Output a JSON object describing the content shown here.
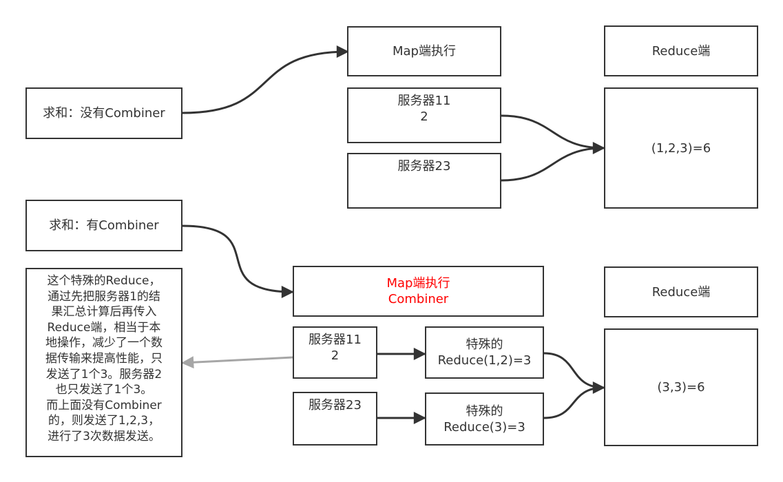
{
  "colors": {
    "stroke": "#333333",
    "note_arrow": "#a6a6a6",
    "highlight": "#ff0000"
  },
  "top": {
    "label": "求和：没有Combiner",
    "map_header": "Map端执行",
    "reduce_header": "Reduce端",
    "server1_line1": "服务器11",
    "server1_line2": "2",
    "server2": "服务器23",
    "reduce_result": "(1,2,3)=6"
  },
  "bottom": {
    "label": "求和：有Combiner",
    "map_header_line1": "Map端执行",
    "map_header_line2": "Combiner",
    "reduce_header": "Reduce端",
    "server1_line1": "服务器11",
    "server1_line2": "2",
    "server2": "服务器23",
    "special1_line1": "特殊的",
    "special1_line2": "Reduce(1,2)=3",
    "special2_line1": "特殊的",
    "special2_line2": "Reduce(3)=3",
    "reduce_result": "(3,3)=6",
    "note_lines": [
      "这个特殊的Reduce，",
      "通过先把服务器1的结",
      "果汇总计算后再传入",
      "Reduce端，相当于本",
      "地操作，减少了一个数",
      "据传输来提高性能，只",
      "发送了1个3。服务器2",
      "也只发送了1个3。",
      "而上面没有Combiner",
      "的，则发送了1,2,3，",
      "进行了3次数据发送。"
    ]
  }
}
